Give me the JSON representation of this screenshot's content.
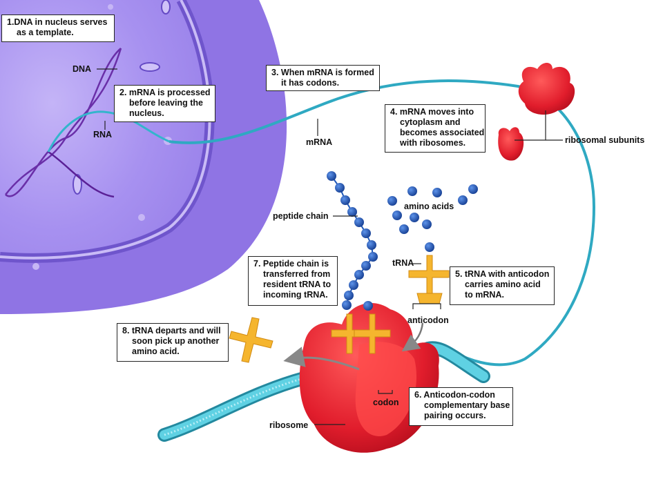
{
  "colors": {
    "nucleus": "#8a6fe0",
    "nucleus_light": "#b9a6f5",
    "envelope": "#7a60d6",
    "mrna": "#33b5cc",
    "ribosome": "#e11d2c",
    "trna": "#f5b52e",
    "amino_acid": "#1e57b8"
  },
  "steps": [
    {
      "lines": [
        "1.DNA in nucleus serves",
        "as a template."
      ]
    },
    {
      "lines": [
        "2. mRNA is processed",
        "before leaving the",
        "nucleus."
      ]
    },
    {
      "lines": [
        "3. When mRNA is formed",
        "it has codons."
      ]
    },
    {
      "lines": [
        "4. mRNA moves into",
        "cytoplasm and",
        "becomes associated",
        "with ribosomes."
      ]
    },
    {
      "lines": [
        "5. tRNA with anticodon",
        "carries amino acid",
        "to mRNA."
      ]
    },
    {
      "lines": [
        "6. Anticodon-codon",
        "complementary base",
        "pairing occurs."
      ]
    },
    {
      "lines": [
        "7. Peptide chain is",
        "transferred from",
        "resident tRNA to",
        "incoming tRNA."
      ]
    },
    {
      "lines": [
        "8. tRNA departs and will",
        "soon pick up another",
        "amino acid."
      ]
    }
  ],
  "labels": {
    "dna": "DNA",
    "rna": "RNA",
    "mrna": "mRNA",
    "ribosomal_subunits": "ribosomal subunits",
    "peptide_chain": "peptide chain",
    "amino_acids": "amino acids",
    "trna": "tRNA",
    "anticodon": "anticodon",
    "codon": "codon",
    "ribosome": "ribosome"
  }
}
